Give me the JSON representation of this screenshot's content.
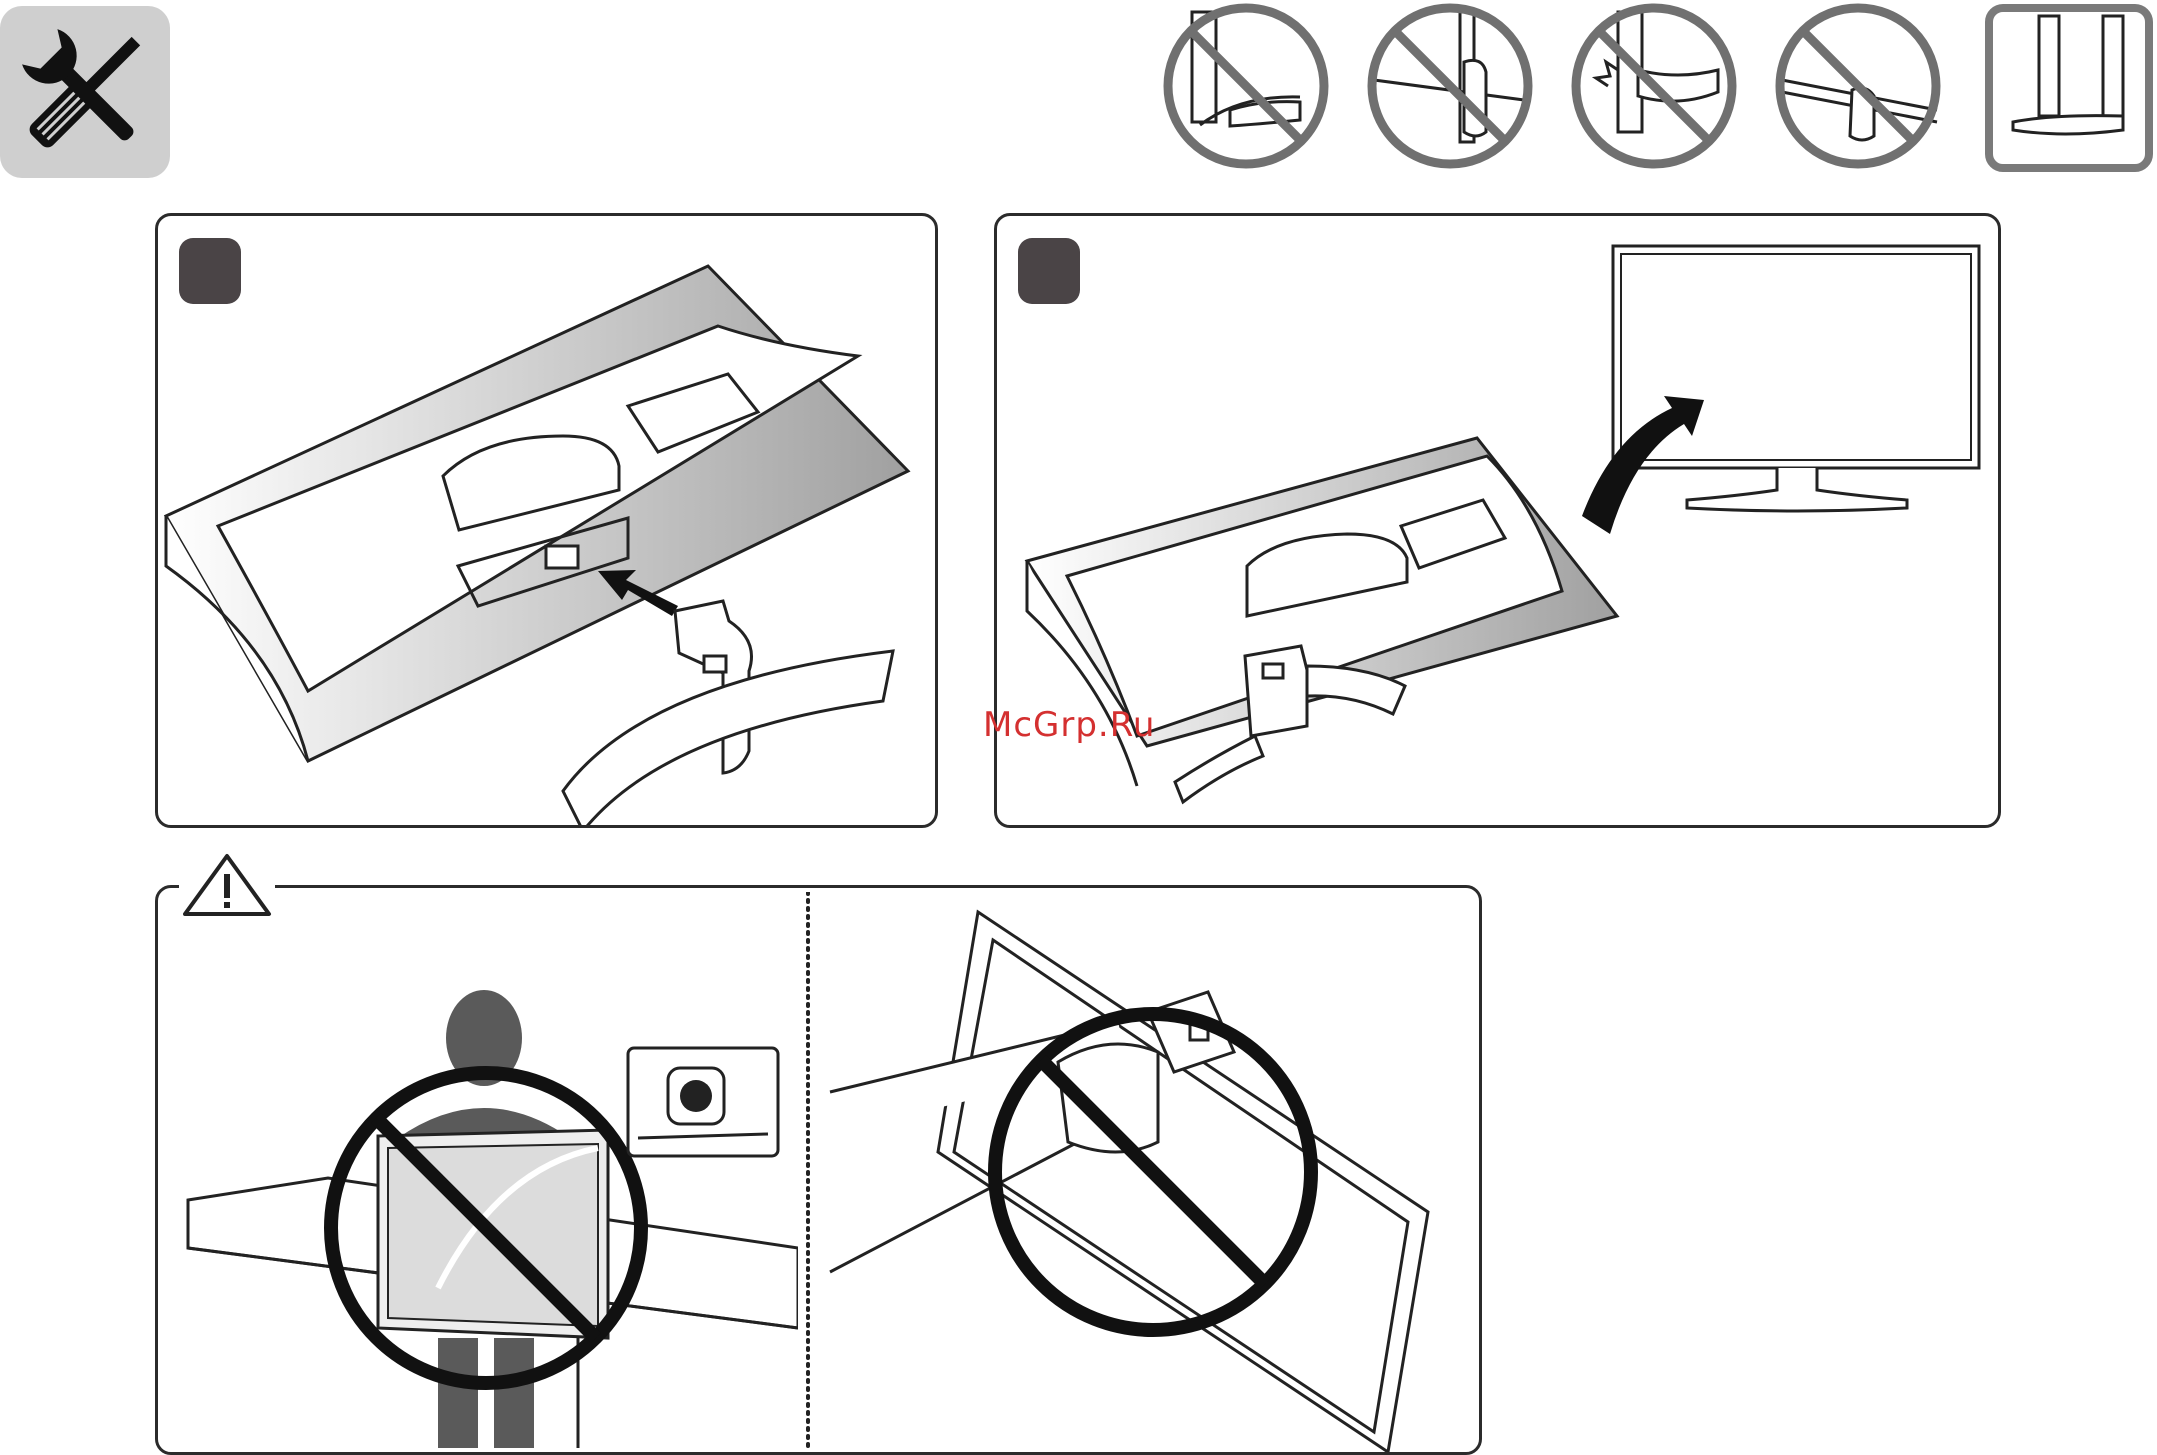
{
  "header": {
    "tools_icon": "screwdriver-wrench-icon",
    "handling_icons": [
      {
        "name": "no-grip-screen-bottom-icon",
        "kind": "prohibited"
      },
      {
        "name": "no-grip-screen-edge-icon",
        "kind": "prohibited"
      },
      {
        "name": "no-press-screen-icon",
        "kind": "prohibited"
      },
      {
        "name": "no-grip-stand-hinge-icon",
        "kind": "prohibited"
      },
      {
        "name": "hold-frame-correctly-icon",
        "kind": "allowed"
      }
    ]
  },
  "steps": [
    {
      "number": "",
      "description_icon": "attach-stand-to-monitor-illustration"
    },
    {
      "number": "",
      "description_icon": "lift-monitor-upright-illustration"
    }
  ],
  "caution": {
    "icon": "warning-triangle-icon",
    "left_illustration": "do-not-carry-by-screen-illustration",
    "right_illustration": "do-not-grip-stand-while-lifting-illustration"
  },
  "watermark": {
    "text": "McGrp.Ru"
  },
  "colors": {
    "badge": "#4a4446",
    "prohibit": "#707070",
    "line": "#2b2b2b",
    "watermark": "#d43030"
  }
}
